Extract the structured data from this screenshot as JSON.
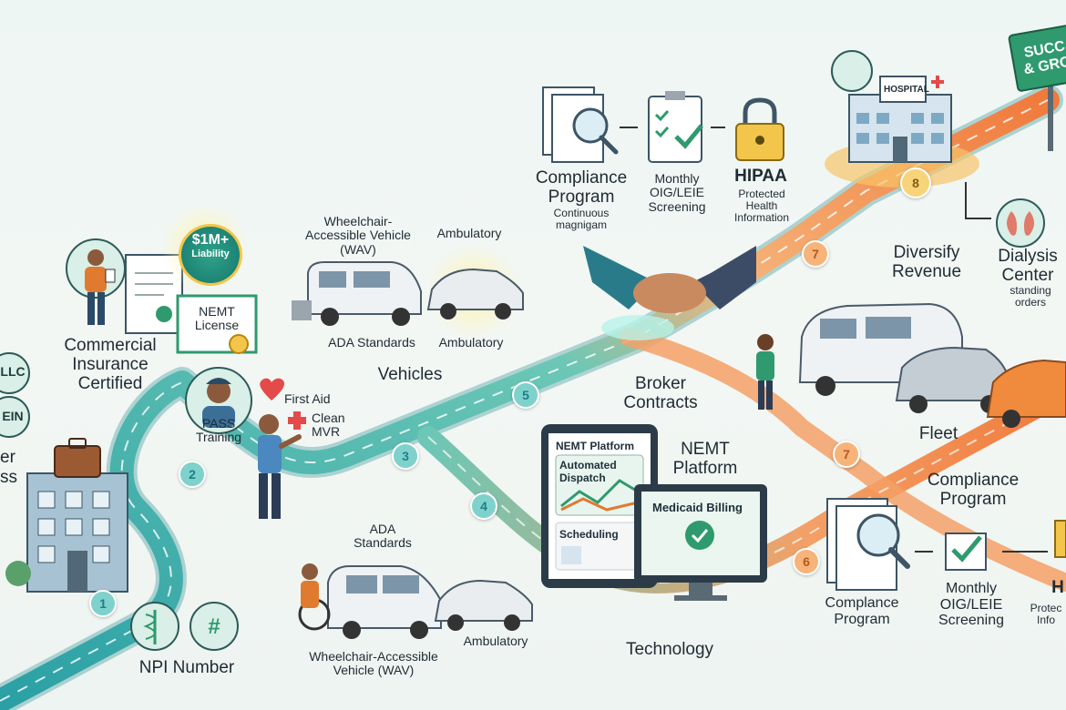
{
  "labels": {
    "llc": "LLC",
    "ein": "EIN",
    "partial_left_1": "er",
    "partial_left_2": "ss",
    "commercial_insurance": "Commercial Insurance Certified",
    "liability_amount": "$1M+",
    "liability_word": "Liability",
    "nemt_license": "NEMT License",
    "wav_top": "Wheelchair-Accessible Vehicle (WAV)",
    "ambulatory_top": "Ambulatory",
    "ada_top": "ADA Standards",
    "ambulatory_top_2": "Ambulatory",
    "vehicles": "Vehicles",
    "pass_training": "PASS Training",
    "first_aid": "First Aid",
    "clean_mvr": "Clean MVR",
    "npi_number": "NPI Number",
    "ada_bottom": "ADA Standards",
    "wav_bottom": "Wheelchair-Accessible Vehicle (WAV)",
    "ambulatory_bottom": "Ambulatory",
    "compliance_top": "Compliance Program",
    "continuous": "Continuous magnigam",
    "monthly_top": "Monthly OIG/LEIE Screening",
    "hipaa_top": "HIPAA",
    "phi_top": "Protected Health Information",
    "broker_contracts": "Broker Contracts",
    "nemt_platform_title": "NEMT Platform",
    "nemt_platform_screen": "NEMT Platform",
    "automated_dispatch": "Automated Dispatch",
    "scheduling": "Scheduling",
    "medicaid_billing": "Medicaid Billing",
    "technology": "Technology",
    "hospital": "HOSPITAL",
    "success_sign": "SUCC & GRO",
    "diversify_revenue": "Diversify Revenue",
    "dialysis_center": "Dialysis Center",
    "standing_orders": "standing orders",
    "fleet": "Fleet",
    "compliance_right": "Compliance Program",
    "compliance_bottom": "Complance Program",
    "monthly_bottom": "Monthly OIG/LEIE Screening",
    "hipaa_bottom_partial": "H",
    "phi_bottom_partial": "Protec Info"
  },
  "steps": {
    "s1": "1",
    "s2": "2",
    "s3": "3",
    "s4": "4",
    "s5": "5",
    "s6": "6",
    "s7a": "7",
    "s7b": "7",
    "s8": "8"
  },
  "colors": {
    "road_teal": "#3bb4ad",
    "road_orange": "#f39a5a",
    "accent_green": "#2e9a6e",
    "building": "#8fb4c9"
  }
}
